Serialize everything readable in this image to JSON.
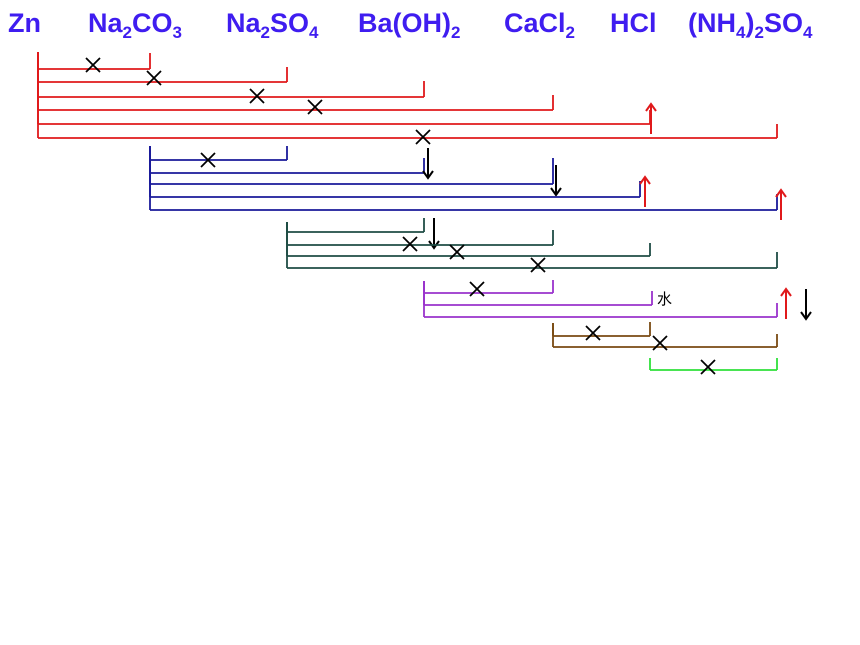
{
  "reagents": [
    {
      "main": [
        [
          "Zn",
          ""
        ]
      ]
    },
    {
      "main": [
        [
          "Na",
          "2"
        ],
        [
          "CO",
          "3"
        ]
      ]
    },
    {
      "main": [
        [
          "Na",
          "2"
        ],
        [
          "SO",
          "4"
        ]
      ]
    },
    {
      "main": [
        [
          "Ba(OH)",
          "2"
        ]
      ]
    },
    {
      "main": [
        [
          "CaCl",
          "2"
        ]
      ]
    },
    {
      "main": [
        [
          "HCl",
          ""
        ]
      ]
    },
    {
      "main": [
        [
          "(NH",
          "4"
        ],
        [
          ")",
          "2"
        ],
        [
          "SO",
          "4"
        ]
      ]
    }
  ],
  "colors": {
    "header": "#3f1df0",
    "Zn": "#e0191b",
    "Na2CO3": "#1a1a9a",
    "Na2SO4": "#1f4d45",
    "Ba(OH)2": "#9a33cc",
    "CaCl2": "#7a4a12",
    "HCl": "#2fe03a",
    "gas": "#e0191b",
    "precipitate": "#000000",
    "no_reaction": "#000000"
  },
  "pairs": [
    {
      "from": "Zn",
      "to": "Na2CO3",
      "result": "no_reaction"
    },
    {
      "from": "Zn",
      "to": "Na2SO4",
      "result": "no_reaction"
    },
    {
      "from": "Zn",
      "to": "Ba(OH)2",
      "result": "no_reaction"
    },
    {
      "from": "Zn",
      "to": "CaCl2",
      "result": "no_reaction"
    },
    {
      "from": "Zn",
      "to": "HCl",
      "result": "gas"
    },
    {
      "from": "Zn",
      "to": "(NH4)2SO4",
      "result": "no_reaction"
    },
    {
      "from": "Na2CO3",
      "to": "Na2SO4",
      "result": "no_reaction"
    },
    {
      "from": "Na2CO3",
      "to": "Ba(OH)2",
      "result": "precipitate"
    },
    {
      "from": "Na2CO3",
      "to": "CaCl2",
      "result": "precipitate"
    },
    {
      "from": "Na2CO3",
      "to": "HCl",
      "result": "gas"
    },
    {
      "from": "Na2CO3",
      "to": "(NH4)2SO4",
      "result": "gas"
    },
    {
      "from": "Na2SO4",
      "to": "Ba(OH)2",
      "result": "precipitate"
    },
    {
      "from": "Na2SO4",
      "to": "CaCl2",
      "result": "no_reaction"
    },
    {
      "from": "Na2SO4",
      "to": "HCl",
      "result": "no_reaction"
    },
    {
      "from": "Na2SO4",
      "to": "(NH4)2SO4",
      "result": "no_reaction"
    },
    {
      "from": "Ba(OH)2",
      "to": "CaCl2",
      "result": "no_reaction"
    },
    {
      "from": "Ba(OH)2",
      "to": "HCl",
      "result": "water",
      "note": "水"
    },
    {
      "from": "Ba(OH)2",
      "to": "(NH4)2SO4",
      "result": "gas_and_precipitate"
    },
    {
      "from": "CaCl2",
      "to": "HCl",
      "result": "no_reaction"
    },
    {
      "from": "CaCl2",
      "to": "(NH4)2SO4",
      "result": "no_reaction"
    },
    {
      "from": "HCl",
      "to": "(NH4)2SO4",
      "result": "no_reaction"
    }
  ]
}
